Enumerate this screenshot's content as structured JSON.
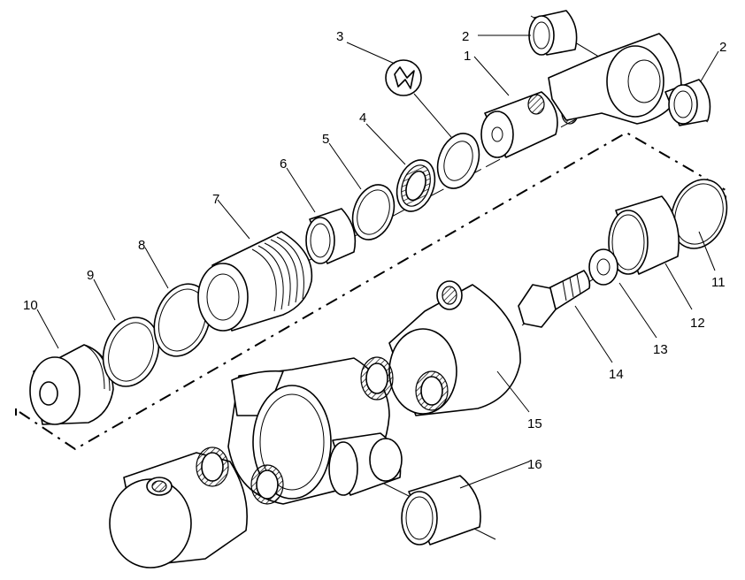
{
  "callouts": [
    {
      "id": "c1",
      "label": "1"
    },
    {
      "id": "c2a",
      "label": "2"
    },
    {
      "id": "c2b",
      "label": "2"
    },
    {
      "id": "c3",
      "label": "3"
    },
    {
      "id": "c4",
      "label": "4"
    },
    {
      "id": "c5",
      "label": "5"
    },
    {
      "id": "c6",
      "label": "6"
    },
    {
      "id": "c7",
      "label": "7"
    },
    {
      "id": "c8",
      "label": "8"
    },
    {
      "id": "c9",
      "label": "9"
    },
    {
      "id": "c10",
      "label": "10"
    },
    {
      "id": "c11",
      "label": "11"
    },
    {
      "id": "c12",
      "label": "12"
    },
    {
      "id": "c13",
      "label": "13"
    },
    {
      "id": "c14",
      "label": "14"
    },
    {
      "id": "c15",
      "label": "15"
    },
    {
      "id": "c16",
      "label": "16"
    }
  ]
}
